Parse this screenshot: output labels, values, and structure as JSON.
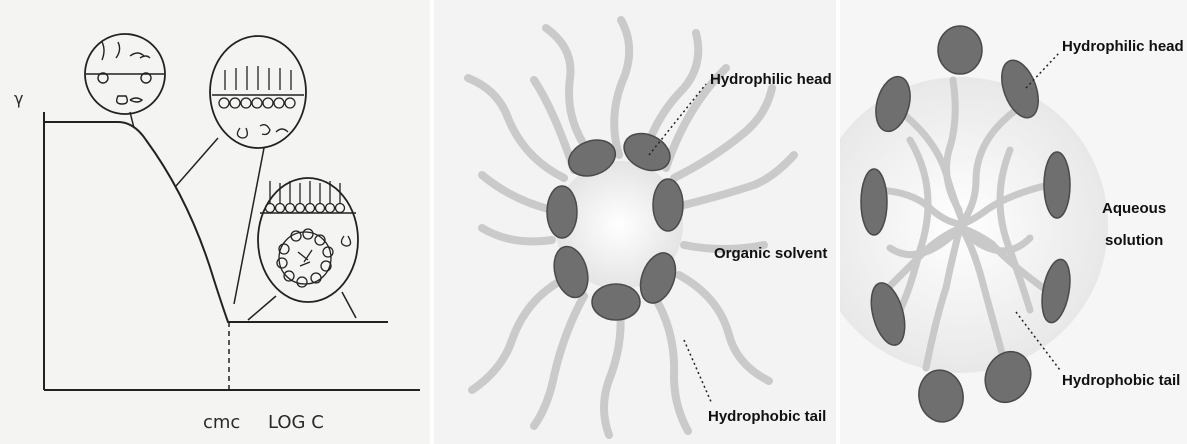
{
  "surface_tension_plot": {
    "y_axis_label": "γ",
    "x_label_cmc": "cmc",
    "x_label_log": "LOG C"
  },
  "reverse_micelle": {
    "hydrophilic_head_label": "Hydrophilic head",
    "solvent_label": "Organic solvent",
    "hydrophobic_tail_label": "Hydrophobic tail"
  },
  "normal_micelle": {
    "hydrophilic_head_label": "Hydrophilic head",
    "solvent_label_line1": "Aqueous",
    "solvent_label_line2": "solution",
    "hydrophobic_tail_label": "Hydrophobic tail"
  },
  "colors": {
    "head_fill": "#6f6f6f",
    "tail_stroke": "#c9c9c9",
    "ink": "#222222"
  }
}
